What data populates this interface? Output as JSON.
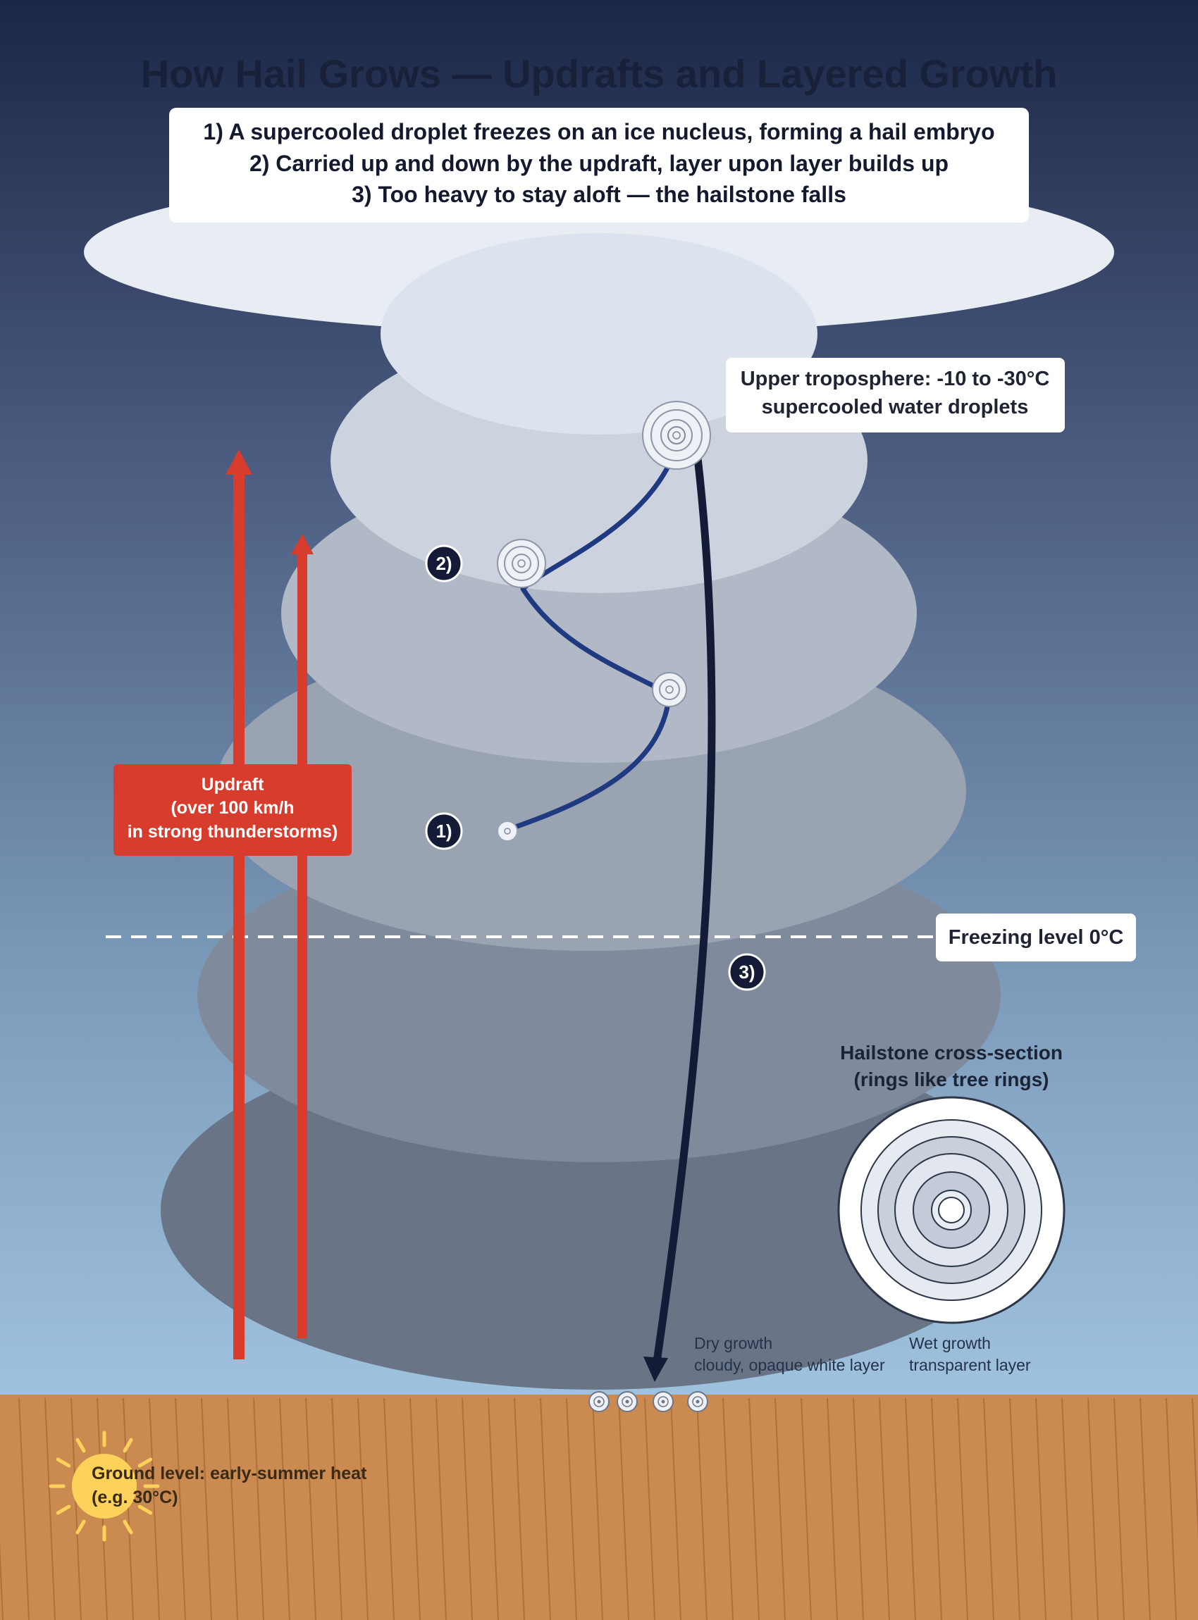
{
  "title": "How Hail Grows — Updrafts and Layered Growth",
  "intro": {
    "lines": [
      "1) A supercooled droplet freezes on an ice nucleus, forming a hail embryo",
      "2) Carried up and down by the updraft, layer upon layer builds up",
      "3) Too heavy to stay aloft — the hailstone falls"
    ]
  },
  "upper_troposphere": {
    "line1": "Upper troposphere: -10 to -30°C",
    "line2": "supercooled water droplets"
  },
  "updraft": {
    "line1": "Updraft",
    "line2": "(over 100 km/h",
    "line3": "in strong thunderstorms)"
  },
  "freezing_level": "Freezing level 0°C",
  "steps": {
    "one": "1)",
    "two": "2)",
    "three": "3)"
  },
  "cross_section": {
    "title_line1": "Hailstone cross-section",
    "title_line2": "(rings like tree rings)",
    "dry_line1": "Dry growth",
    "dry_line2": "cloudy, opaque white layer",
    "wet_line1": "Wet growth",
    "wet_line2": "transparent layer"
  },
  "ground": {
    "line1": "Ground level: early-summer heat",
    "line2": "(e.g. 30°C)"
  },
  "colors": {
    "sky_top": "#1c2747",
    "sky_bottom": "#9fc2de",
    "updraft_red": "#d83c2c",
    "path_blue": "#1f3a80",
    "fall_navy": "#141b36",
    "ground": "#cb8a4f",
    "sun": "#fdd25b"
  }
}
